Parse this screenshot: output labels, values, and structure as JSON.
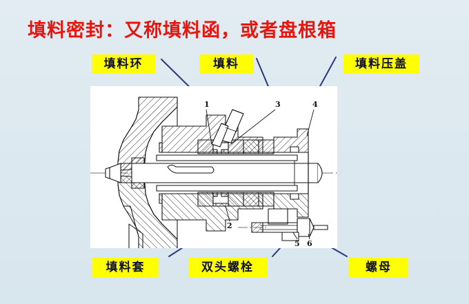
{
  "slide": {
    "background_color": "#dfeaf0",
    "title": "填料密封：又称填料函，或者盘根箱",
    "title_color": "#e8150f"
  },
  "labels": {
    "box_color": "#ffff00",
    "text_color": "#101030",
    "top": [
      {
        "id": "packing-ring",
        "text": "填料环",
        "callout": "1"
      },
      {
        "id": "packing",
        "text": "填料",
        "callout": "3"
      },
      {
        "id": "gland",
        "text": "填料压盖",
        "callout": "4"
      }
    ],
    "bottom": [
      {
        "id": "packing-sleeve",
        "text": "填料套",
        "callout": "2"
      },
      {
        "id": "stud-bolt",
        "text": "双头螺栓",
        "callout": "5"
      },
      {
        "id": "nut",
        "text": "螺母",
        "callout": "6"
      }
    ]
  },
  "figure": {
    "caption": "",
    "frame_color": "#ffffff",
    "line_color": "#1a1a1a",
    "callout_numbers": [
      "1",
      "2",
      "3",
      "4",
      "5",
      "6"
    ],
    "callout_1": "1",
    "callout_2": "2",
    "callout_3": "3",
    "callout_4": "4",
    "callout_5": "5",
    "callout_6": "6"
  }
}
